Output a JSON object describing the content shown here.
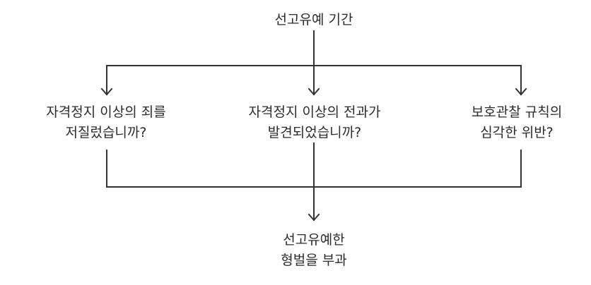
{
  "diagram": {
    "top": {
      "text": "선고유예 기간"
    },
    "conditions": [
      {
        "line1": "자격정지 이상의 죄를",
        "line2": "저질렀습니까?"
      },
      {
        "line1": "자격정지 이상의 전과가",
        "line2": "발견되었습니까?"
      },
      {
        "line1": "보호관찰 규칙의",
        "line2": "심각한 위반?"
      }
    ],
    "result": {
      "line1": "선고유예한",
      "line2": "형벌을 부과"
    },
    "colors": {
      "line": "#333333",
      "text": "#2b2b2b",
      "background": "#ffffff"
    }
  }
}
